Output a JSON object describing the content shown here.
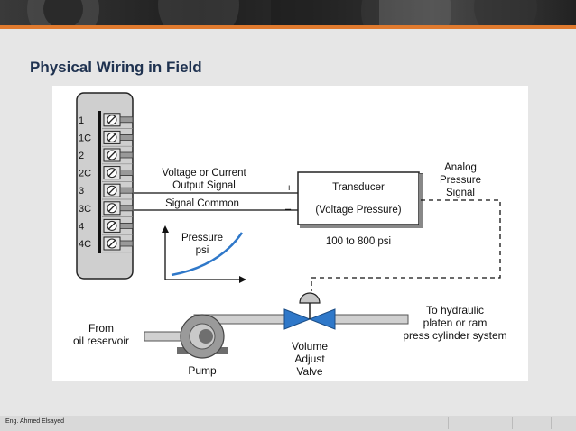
{
  "slide": {
    "title": "Physical Wiring in Field",
    "footer": "Eng. Ahmed Elsayed"
  },
  "terminals": [
    "1",
    "1C",
    "2",
    "2C",
    "3",
    "3C",
    "4",
    "4C"
  ],
  "labels": {
    "signal_line1": "Voltage or Current",
    "signal_line2": "Output Signal",
    "common": "Signal Common",
    "plus": "+",
    "minus": "–",
    "transducer": "Transducer",
    "transducer_type": "(Voltage Pressure)",
    "range": "100 to 800 psi",
    "analog_1": "Analog",
    "analog_2": "Pressure",
    "analog_3": "Signal",
    "graph_1": "Pressure",
    "graph_2": "psi",
    "from_1": "From",
    "from_2": "oil reservoir",
    "pump": "Pump",
    "valve_1": "Volume",
    "valve_2": "Adjust",
    "valve_3": "Valve",
    "to_1": "To hydraulic",
    "to_2": "platen or ram",
    "to_3": "press cylinder system"
  },
  "colors": {
    "accent": "#e07a2e",
    "title": "#1f3250",
    "valve": "#2f78c9",
    "pump": "#9a9a9a",
    "module": "#c8c8c8"
  }
}
